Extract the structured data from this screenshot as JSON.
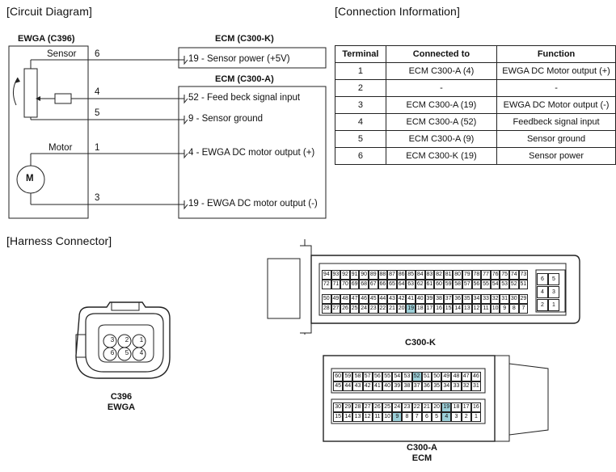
{
  "circuit": {
    "title": "[Circuit Diagram]",
    "ewga_block": "EWGA (C396)",
    "ecm_k_block": "ECM (C300-K)",
    "ecm_a_block": "ECM (C300-A)",
    "sensor_label": "Sensor",
    "motor_label": "Motor",
    "motor_symbol": "M",
    "pins": [
      "6",
      "4",
      "5",
      "1",
      "3"
    ],
    "signals": [
      "19 - Sensor power (+5V)",
      "52 - Feed beck signal input",
      "9 - Sensor ground",
      "4 - EWGA DC motor output (+)",
      "19 - EWGA DC motor output (-)"
    ]
  },
  "connection": {
    "title": "[Connection Information]",
    "headers": [
      "Terminal",
      "Connected to",
      "Function"
    ],
    "rows": [
      [
        "1",
        "ECM C300-A (4)",
        "EWGA DC Motor output (+)"
      ],
      [
        "2",
        "-",
        "-"
      ],
      [
        "3",
        "ECM C300-A (19)",
        "EWGA DC Motor output (-)"
      ],
      [
        "4",
        "ECM C300-A (52)",
        "Feedbeck signal input"
      ],
      [
        "5",
        "ECM C300-A (9)",
        "Sensor ground"
      ],
      [
        "6",
        "ECM C300-K (19)",
        "Sensor power"
      ]
    ]
  },
  "harness": {
    "title": "[Harness Connector]",
    "c396": {
      "name": "C396",
      "sub": "EWGA",
      "pins_top": [
        "3",
        "2",
        "1"
      ],
      "pins_bottom": [
        "6",
        "5",
        "4"
      ]
    },
    "c300k": {
      "name": "C300-K",
      "row1": [
        "94",
        "93",
        "92",
        "91",
        "90",
        "89",
        "88",
        "87",
        "86",
        "85",
        "84",
        "83",
        "82",
        "81",
        "80",
        "79",
        "78",
        "77",
        "76",
        "75",
        "74",
        "73"
      ],
      "row2": [
        "72",
        "71",
        "70",
        "69",
        "68",
        "67",
        "66",
        "65",
        "64",
        "63",
        "62",
        "61",
        "60",
        "59",
        "58",
        "57",
        "56",
        "55",
        "54",
        "53",
        "52",
        "51"
      ],
      "row3": [
        "50",
        "49",
        "48",
        "47",
        "46",
        "45",
        "44",
        "43",
        "42",
        "41",
        "40",
        "39",
        "38",
        "37",
        "36",
        "35",
        "34",
        "33",
        "32",
        "31",
        "30",
        "29"
      ],
      "row4": [
        "28",
        "27",
        "26",
        "25",
        "24",
        "23",
        "22",
        "21",
        "20",
        "19",
        "18",
        "17",
        "16",
        "15",
        "14",
        "13",
        "12",
        "11",
        "10",
        "9",
        "8",
        "7"
      ],
      "side": [
        [
          "6",
          "5"
        ],
        [
          "4",
          "3"
        ],
        [
          "2",
          "1"
        ]
      ],
      "highlight": [
        "19"
      ],
      "highlight_color": "#9ccfd8"
    },
    "c300a": {
      "name": "C300-A",
      "sub": "ECM",
      "row1": [
        "60",
        "59",
        "58",
        "57",
        "56",
        "55",
        "54",
        "53",
        "52",
        "51",
        "50",
        "49",
        "48",
        "47",
        "46"
      ],
      "row2": [
        "45",
        "44",
        "43",
        "42",
        "41",
        "40",
        "39",
        "38",
        "37",
        "36",
        "35",
        "34",
        "33",
        "32",
        "31"
      ],
      "row3": [
        "30",
        "29",
        "28",
        "27",
        "26",
        "25",
        "24",
        "23",
        "22",
        "21",
        "20",
        "19",
        "18",
        "17",
        "16"
      ],
      "row4": [
        "15",
        "14",
        "13",
        "12",
        "11",
        "10",
        "9",
        "8",
        "7",
        "6",
        "5",
        "4",
        "3",
        "2",
        "1"
      ],
      "highlight": [
        "52",
        "19",
        "9",
        "4"
      ],
      "highlight_color": "#9ccfd8"
    }
  }
}
